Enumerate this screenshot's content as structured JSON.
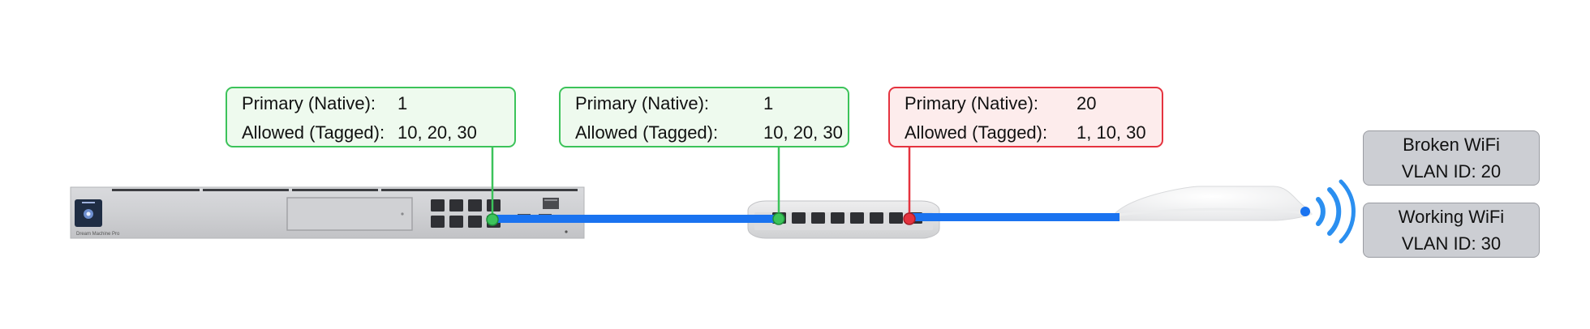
{
  "config_boxes": [
    {
      "status": "ok",
      "primary_label": "Primary (Native):",
      "primary_value": "1",
      "allowed_label": "Allowed (Tagged):",
      "allowed_value": "10, 20, 30"
    },
    {
      "status": "ok",
      "primary_label": "Primary (Native):",
      "primary_value": "1",
      "allowed_label": "Allowed (Tagged):",
      "allowed_value": "10, 20, 30"
    },
    {
      "status": "error",
      "primary_label": "Primary (Native):",
      "primary_value": "20",
      "allowed_label": "Allowed (Tagged):",
      "allowed_value": "1, 10, 30"
    }
  ],
  "wifi_networks": [
    {
      "name": "Broken WiFi",
      "vlan": "VLAN ID: 20"
    },
    {
      "name": "Working WiFi",
      "vlan": "VLAN ID: 30"
    }
  ],
  "devices": {
    "gateway": {
      "icon": "rack-gateway-icon",
      "caption": "Dream Machine Pro"
    },
    "switch": {
      "icon": "desktop-switch-icon"
    },
    "access_point": {
      "icon": "access-point-icon"
    }
  },
  "colors": {
    "link": "#1a73f0",
    "ok": "#3cc35a",
    "ok_fill": "#eefaee",
    "error": "#e5333f",
    "error_fill": "#fdecec",
    "wifi_signal": "#2b8ff0",
    "label_box": "#ccced3"
  }
}
